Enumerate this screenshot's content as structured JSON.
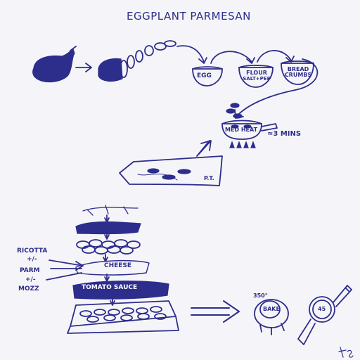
{
  "title": "EGGPLANT PARMESAN",
  "breading": {
    "egg": "EGG",
    "flour": "FLOUR",
    "salt_pep": "SALT+PEP",
    "bread": "BREAD",
    "crumbs": "CRUMBS"
  },
  "frying": {
    "heat": "MED HEAT",
    "time": "≈3 MINS"
  },
  "paper_towel": "P.T.",
  "cheeses": {
    "ricotta": "RICOTTA",
    "ricotta_opt": "+/-",
    "parm": "PARM",
    "parm_opt": "+/-",
    "mozz": "MOZZ"
  },
  "layers": {
    "cheese": "CHEESE",
    "tomato_sauce": "TOMATO SAUCE"
  },
  "oven": {
    "temp": "350°",
    "bake": "BAKE",
    "timer": "45"
  },
  "signature": "tg"
}
